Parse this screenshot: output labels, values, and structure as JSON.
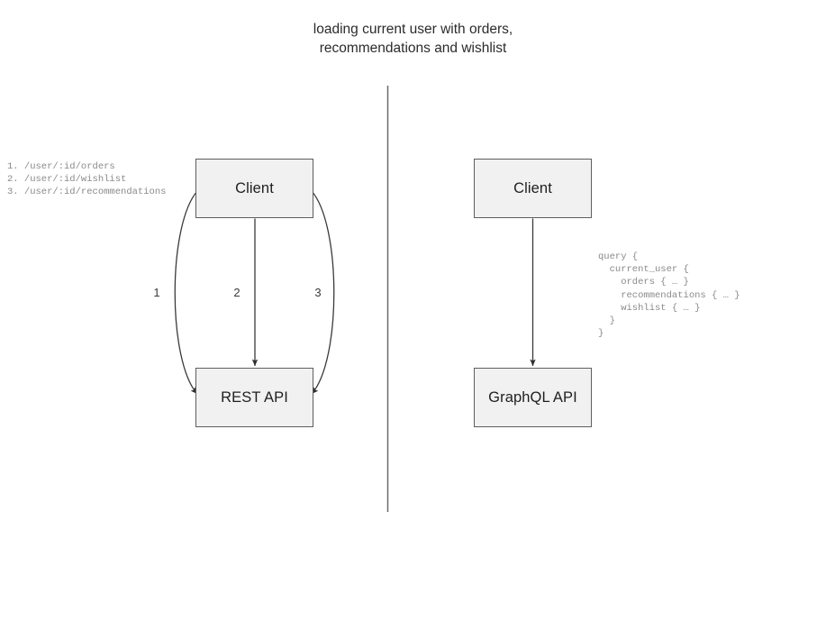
{
  "diagram": {
    "title": "loading current user with orders,\nrecommendations and wishlist",
    "divider": {
      "label": "vertical-divider",
      "color": "#6b6b6b"
    },
    "theme": {
      "node_fill": "#f1f1f1",
      "node_border": "#5e5e5e",
      "connector": "#3a3a3a",
      "annotation_text": "#8a8a8a",
      "title_text": "#2b2b2b"
    },
    "left_panel": {
      "name": "rest-approach",
      "nodes": [
        {
          "id": "client-rest",
          "label": "Client"
        },
        {
          "id": "rest-api",
          "label": "REST API"
        }
      ],
      "edges": [
        {
          "id": "edge-1",
          "label": "1",
          "shape": "curved-left",
          "bidirectional": true
        },
        {
          "id": "edge-2",
          "label": "2",
          "shape": "straight",
          "bidirectional": true
        },
        {
          "id": "edge-3",
          "label": "3",
          "shape": "curved-right",
          "bidirectional": true
        }
      ],
      "annotation": "1. /user/:id/orders\n2. /user/:id/wishlist\n3. /user/:id/recommendations"
    },
    "right_panel": {
      "name": "graphql-approach",
      "nodes": [
        {
          "id": "client-graphql",
          "label": "Client"
        },
        {
          "id": "graphql-api",
          "label": "GraphQL API"
        }
      ],
      "edges": [
        {
          "id": "edge-graphql",
          "label": "",
          "shape": "straight",
          "bidirectional": true
        }
      ],
      "annotation": "query {\n  current_user {\n    orders { … }\n    recommendations { … }\n    wishlist { … }\n  }\n}"
    }
  }
}
